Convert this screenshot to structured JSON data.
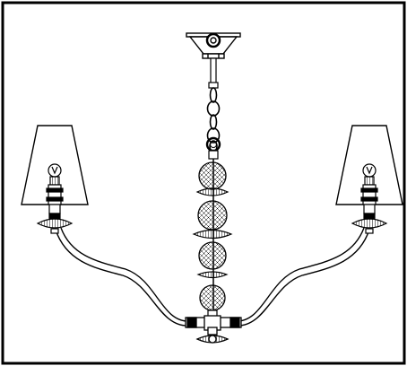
{
  "drawing": {
    "subject": "chandelier-technical-line-drawing",
    "arms": 2,
    "bead_spheres": 4,
    "line_color": "#000000",
    "background_color": "#ffffff"
  }
}
